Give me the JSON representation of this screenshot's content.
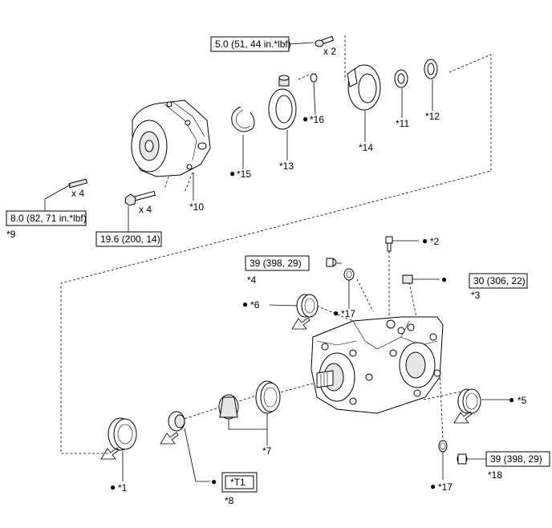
{
  "callouts": {
    "c1": "*1",
    "c2": "*2",
    "c3": "*3",
    "c4": "*4",
    "c5": "*5",
    "c6": "*6",
    "c7": "*7",
    "c8": "*8",
    "c9": "*9",
    "c10": "*10",
    "c11": "*11",
    "c12": "*12",
    "c13": "*13",
    "c14": "*14",
    "c15": "*15",
    "c16": "*16",
    "c17a": "*17",
    "c17b": "*17",
    "c18": "*18"
  },
  "torques": {
    "t1": "5.0 (51, 44 in.*lbf)",
    "t2": "8.0 (82, 71 in.*lbf)",
    "t3": "19.6 (200, 14)",
    "t4": "39 (398, 29)",
    "t5": "30 (306, 22)",
    "t6": "39 (398, 29)",
    "t7": "*T1"
  },
  "quantities": {
    "q1": "x 2",
    "q2": "x 4",
    "q3": "x 4"
  },
  "symbols": {
    "bullet": "●",
    "bullet_color": "#000000",
    "arrow_fill_black": "#000000",
    "arrow_fill_white": "#ffffff"
  }
}
